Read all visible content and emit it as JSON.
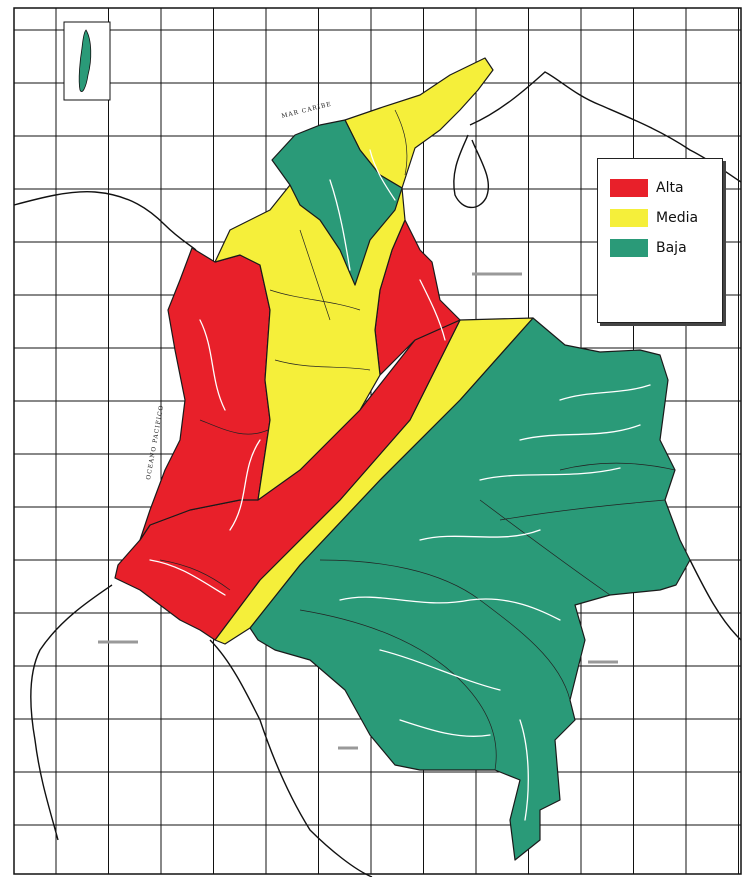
{
  "map": {
    "sea_label_north": "MAR CARIBE",
    "sea_label_west": "OCEANO PACIFICO"
  },
  "legend": {
    "items": [
      {
        "label": "Alta",
        "color": "#e8202a"
      },
      {
        "label": "Media",
        "color": "#f5ef3a"
      },
      {
        "label": "Baja",
        "color": "#2a9a78"
      }
    ]
  },
  "colors": {
    "alta": "#e8202a",
    "media": "#f5ef3a",
    "baja": "#2a9a78",
    "grid": "#111111",
    "rivers": "#ffffff"
  }
}
